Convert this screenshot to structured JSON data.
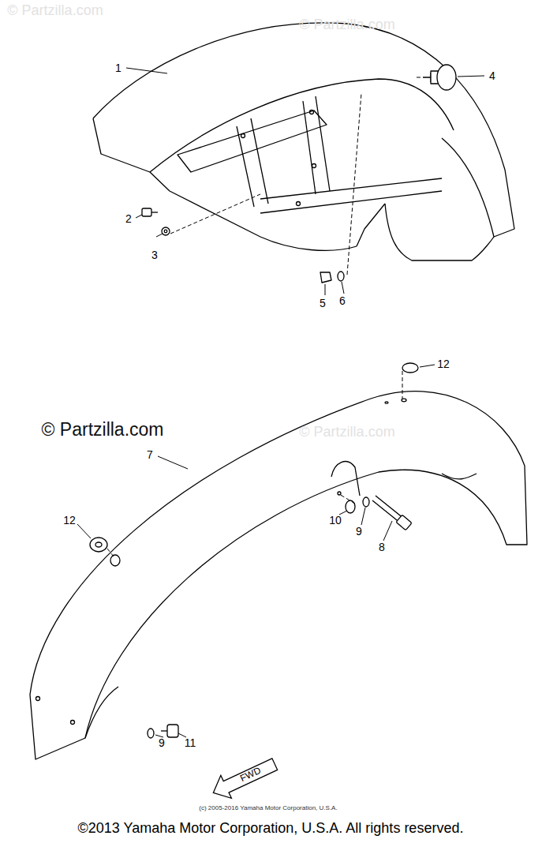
{
  "diagram": {
    "labels": [
      "© Partzilla.com",
      "© Partzilla.com",
      "1",
      "4",
      "2",
      "3",
      "5",
      "6",
      "12",
      "© Partzilla.com",
      "© Partzilla.com",
      "7",
      "12",
      "10",
      "9",
      "8",
      "9",
      "11",
      "FWD",
      "(c) 2005-2016 Yamaha Motor Corporation, U.S.A.",
      "©2013 Yamaha Motor Corporation, U.S.A. All rights reserved."
    ]
  }
}
